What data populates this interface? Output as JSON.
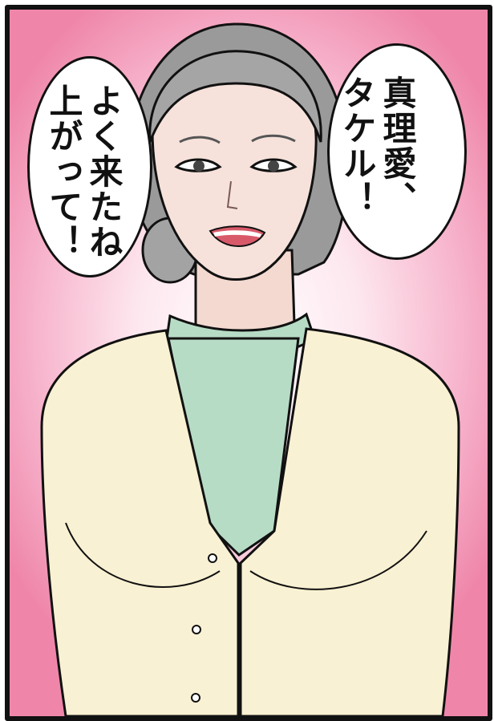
{
  "panel": {
    "bubble_right": {
      "lines": [
        "真理愛、",
        "タケル！"
      ]
    },
    "bubble_left": {
      "lines": [
        "よく来たね",
        "上がって！"
      ]
    }
  }
}
